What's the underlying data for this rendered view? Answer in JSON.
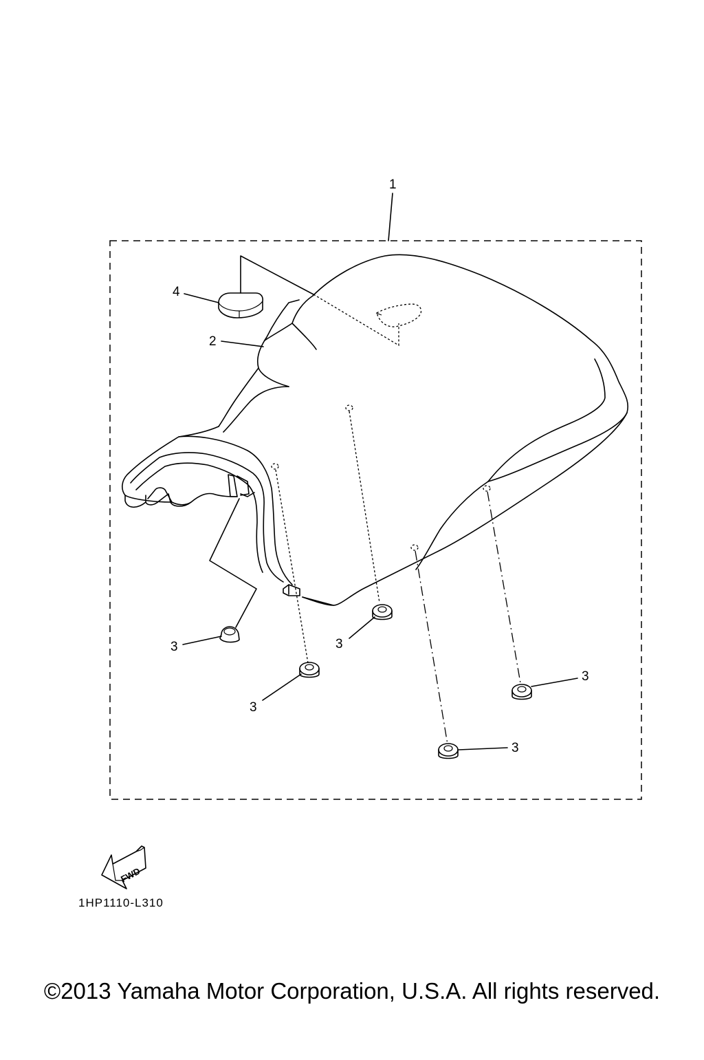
{
  "diagram": {
    "callouts": {
      "seat_assembly": "1",
      "seat_cover": "2",
      "damper": "3",
      "pad": "4"
    },
    "reference_code": "1HP1110-L310",
    "fwd_label": "FWD"
  },
  "footer": {
    "copyright": "©2013 Yamaha Motor Corporation, U.S.A. All rights reserved."
  }
}
